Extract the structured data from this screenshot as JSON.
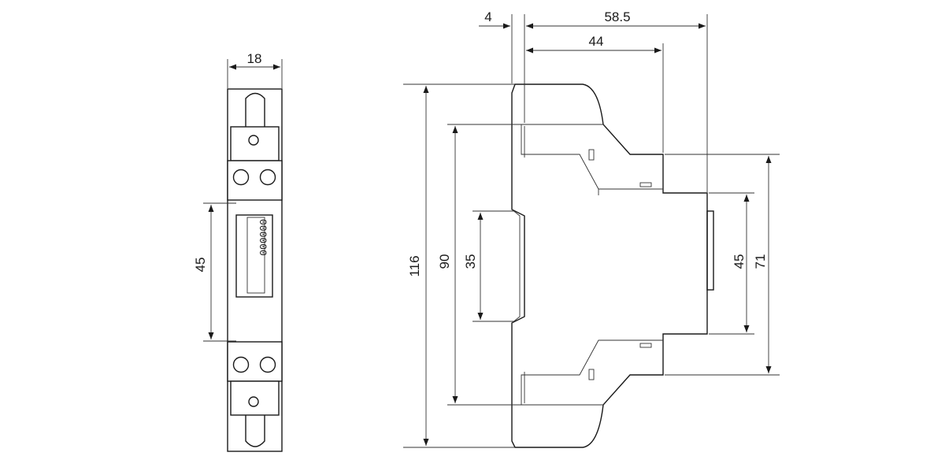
{
  "front_view": {
    "width_label": "18",
    "counter_height_label": "45",
    "counter_digits": "000000"
  },
  "side_view": {
    "front_offset_label": "4",
    "total_depth_label": "58.5",
    "mid_depth_label": "44",
    "height_label": "116",
    "terminal_height_label": "90",
    "rail_height_label": "35",
    "front_face_label": "45",
    "front_step_label": "71"
  }
}
